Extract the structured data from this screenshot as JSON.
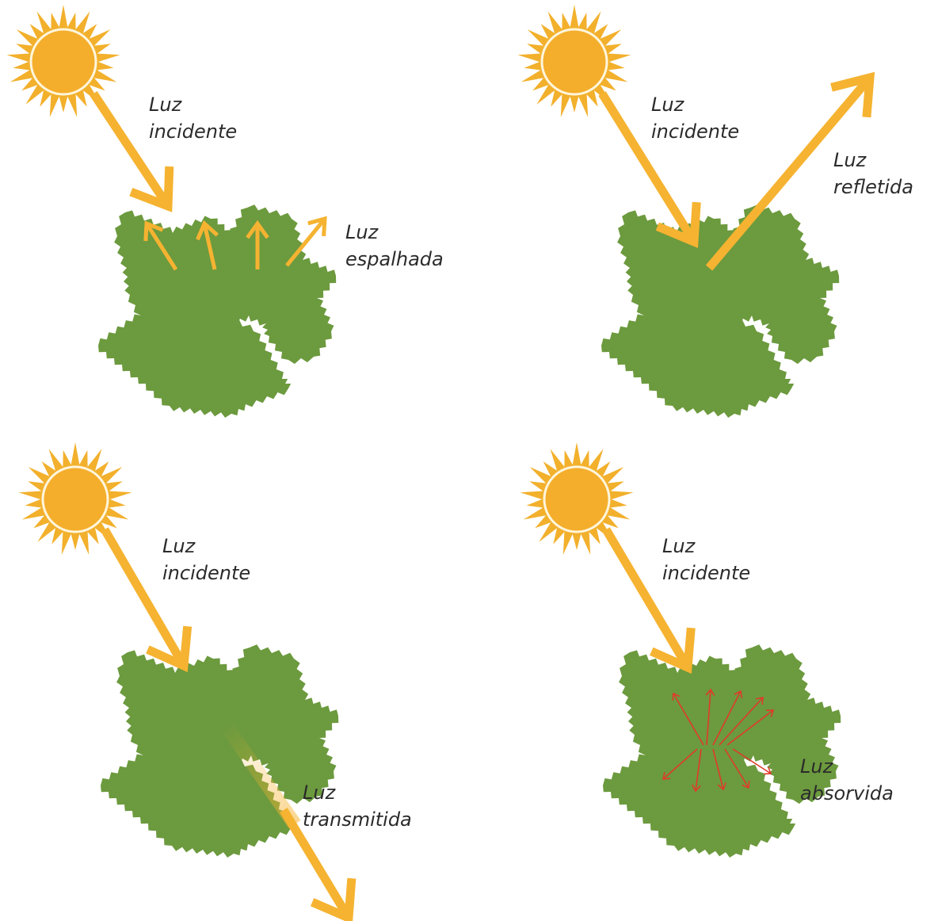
{
  "colors": {
    "sun": "#f2b02c",
    "sun_core": "#f4ae2c",
    "sun_ring": "#fff6dc",
    "arrow": "#f5b331",
    "leaf": "#6c9a3e",
    "absorbed_arrow": "#e03a2a",
    "text": "#2b2b2b"
  },
  "panels": {
    "scattered": {
      "incident": [
        "Luz",
        "incidente"
      ],
      "effect": [
        "Luz",
        "espalhada"
      ]
    },
    "reflected": {
      "incident": [
        "Luz",
        "incidente"
      ],
      "effect": [
        "Luz",
        "refletida"
      ]
    },
    "transmitted": {
      "incident": [
        "Luz",
        "incidente"
      ],
      "effect": [
        "Luz",
        "transmitida"
      ]
    },
    "absorbed": {
      "incident": [
        "Luz",
        "incidente"
      ],
      "effect": [
        "Luz",
        "absorvida"
      ]
    }
  }
}
